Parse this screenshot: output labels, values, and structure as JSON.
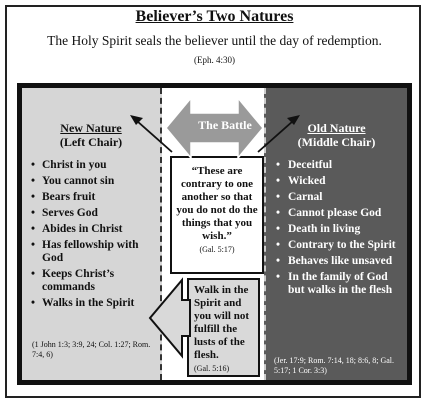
{
  "header": {
    "title": "Believer’s Two Natures",
    "subtitle": "The Holy Spirit seals the believer until the day of redemption.",
    "subtitle_ref": "(Eph. 4:30)"
  },
  "battle_label": "The Battle",
  "new_nature": {
    "title": "New Nature",
    "subtitle": "(Left Chair)",
    "items": [
      "Christ in you",
      "You cannot sin",
      "Bears fruit",
      "Serves God",
      "Abides in Christ",
      "Has fellowship with God",
      "Keeps Christ’s commands",
      "Walks in the Spirit"
    ],
    "refs": "(1 John 1:3; 3:9, 24; Col. 1:27; Rom. 7:4, 6)"
  },
  "old_nature": {
    "title": "Old Nature",
    "subtitle": "(Middle Chair)",
    "items": [
      "Deceitful",
      "Wicked",
      "Carnal",
      "Cannot please God",
      "Death in living",
      "Contrary to the Spirit",
      "Behaves like unsaved",
      "In the family of God but walks in the flesh"
    ],
    "refs": "(Jer. 17:9; Rom. 7:14, 18; 8:6, 8; Gal. 5:17; 1 Cor. 3:3)"
  },
  "quote_box": {
    "text": "“These are contrary to one another so that you do not do the things that you wish.”",
    "ref": "(Gal. 5:17)"
  },
  "walk_box": {
    "text": "Walk in the Spirit and you will not fulfill the lusts of the flesh.",
    "ref": "(Gal. 5:16)"
  },
  "colors": {
    "left_panel": "#d6d6d6",
    "right_panel": "#5a5a5a",
    "battle_arrow": "#9a9a9a"
  }
}
